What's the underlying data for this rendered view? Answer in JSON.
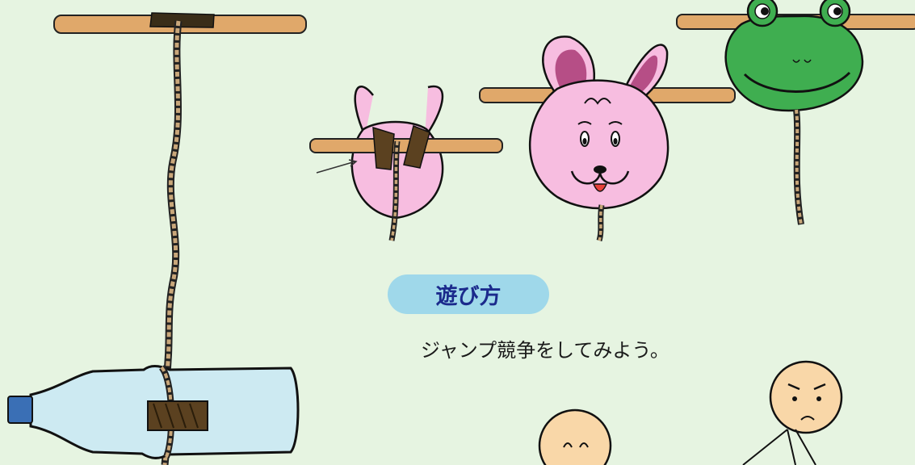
{
  "section": {
    "heading": "遊び方",
    "instruction": "ジャンプ競争をしてみよう。"
  },
  "illustrations": {
    "left": "bottle-rope-stick",
    "middle": [
      "small-pink-rabbit",
      "large-pink-rabbit"
    ],
    "right": "frog",
    "bottom": [
      "smiling-child",
      "frowning-child"
    ]
  },
  "colors": {
    "background": "#e6f4e1",
    "badge": "#9fd8ea",
    "badge_text": "#1b2a8c",
    "stick": "#e0a86a",
    "rope": "#c9a77a",
    "rabbit": "#f7bde0",
    "frog": "#3fae50",
    "bottle": "#cdeaf2",
    "bottle_cap": "#3a6fb5",
    "tape": "#5b4120",
    "skin": "#f9d7a8"
  }
}
